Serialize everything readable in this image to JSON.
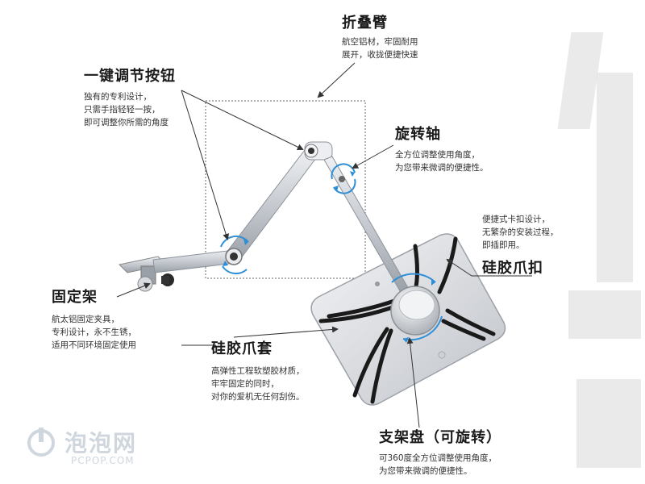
{
  "labels": {
    "folding_arm": {
      "title": "折叠臂",
      "lines": [
        "航空铝材，牢固耐用",
        "展开，收拢便捷快速"
      ]
    },
    "one_key_button": {
      "title": "一键调节按钮",
      "lines": [
        "独有的专利设计，",
        "只需手指轻轻一按，",
        "即可调整你所需的角度"
      ]
    },
    "rotating_axis": {
      "title": "旋转轴",
      "lines": [
        "全方位调整使用角度，",
        "为您带来微调的便捷性。"
      ]
    },
    "quick_clip": {
      "lines": [
        "便捷式卡扣设计，",
        "无繁杂的安装过程，",
        "即插即用。"
      ]
    },
    "silicone_clip": {
      "title": "硅胶爪扣"
    },
    "fixed_mount": {
      "title": "固定架",
      "lines": [
        "航太铝固定夹具，",
        "专利设计，永不生锈，",
        "适用不同环境固定使用"
      ]
    },
    "silicone_cover": {
      "title": "硅胶爪套",
      "lines": [
        "高弹性工程软塑胶材质，",
        "牢牢固定的同时，",
        "对你的爱机无任何刮伤。"
      ]
    },
    "bracket_disc": {
      "title": "支架盘（可旋转）",
      "lines": [
        "可360度全方位调整使用角度，",
        "为您带来微调的便捷性。"
      ]
    }
  },
  "watermark": {
    "main": "泡泡网",
    "sub": "PCPOP.COM"
  },
  "colors": {
    "arrow_blue": "#2f8fd6",
    "arm_silver": "#c9ccd1",
    "strap_black": "#1a1a1a"
  }
}
